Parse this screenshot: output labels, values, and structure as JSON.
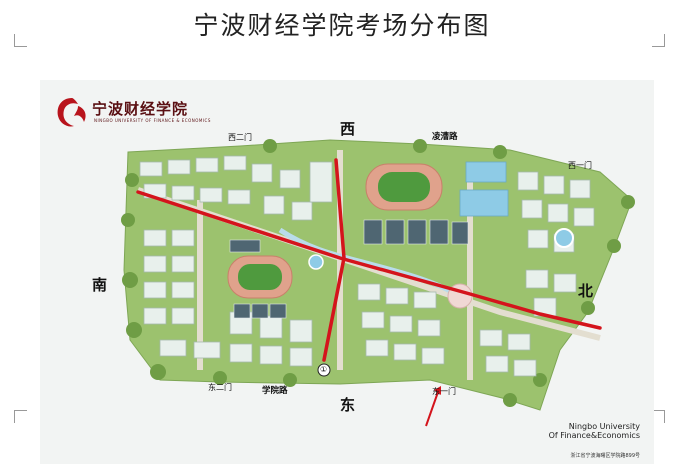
{
  "title": "宁波财经学院考场分布图",
  "logo": {
    "name_cn": "宁波财经学院",
    "name_en": "NINGBO UNIVERSITY OF FINANCE & ECONOMICS"
  },
  "directions": {
    "west": "西",
    "east": "东",
    "south": "南",
    "north": "北"
  },
  "gates": {
    "west_gate_2": "西二门",
    "east_gate_2": "东二门",
    "east_gate_1": "东一门",
    "west_gate_1": "西一门"
  },
  "roads": {
    "lingjiang": "凌漕路",
    "xueyuan": "学院路"
  },
  "marker": "①",
  "footer": {
    "en_line1": "Ningbo University",
    "en_line2": "Of Finance&Economics",
    "address": "浙江省宁波海曙区学院路899号"
  },
  "colors": {
    "route": "#d4141c",
    "grass": "#9cc26e",
    "building": "#e8f0ec",
    "track": "#e0a28c",
    "court": "#4f6672",
    "water": "#8ecbe6",
    "logo": "#b8141c"
  }
}
